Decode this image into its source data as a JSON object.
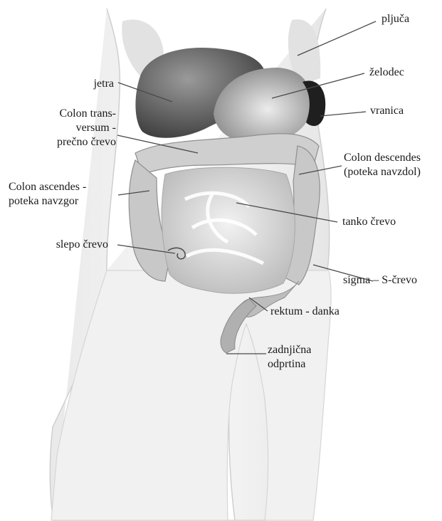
{
  "labels": {
    "pljuca": "pljuča",
    "zelodec": "želodec",
    "jetra": "jetra",
    "vranica": "vranica",
    "colon_trans_1": "Colon trans-",
    "colon_trans_2": "versum -",
    "colon_trans_3": "prečno črevo",
    "colon_desc_1": "Colon descendes",
    "colon_desc_2": "(poteka navzdol)",
    "colon_asc_1": "Colon ascendes -",
    "colon_asc_2": "poteka navzgor",
    "tanko": "tanko črevo",
    "slepo": "slepo črevo",
    "sigma": "sigma – S-črevo",
    "rektum": "rektum - danka",
    "zadnjicna_1": "zadnjična",
    "zadnjicna_2": "odprtina"
  }
}
